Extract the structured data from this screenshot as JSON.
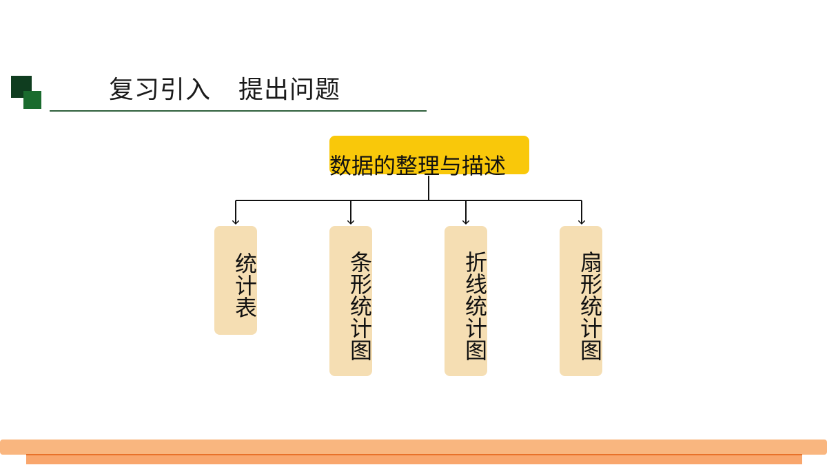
{
  "header": {
    "title_part1": "复习引入",
    "title_part2": "提出问题"
  },
  "diagram": {
    "root": "数据的整理与描述",
    "children": [
      {
        "label": "统计表"
      },
      {
        "label": "条形统计图"
      },
      {
        "label": "折线统计图"
      },
      {
        "label": "扇形统计图"
      }
    ]
  },
  "colors": {
    "root_highlight": "#f9c80a",
    "node_fill": "#f5deb3",
    "accent_green": "#1a6b2e",
    "footer_orange": "#f9b67f"
  }
}
